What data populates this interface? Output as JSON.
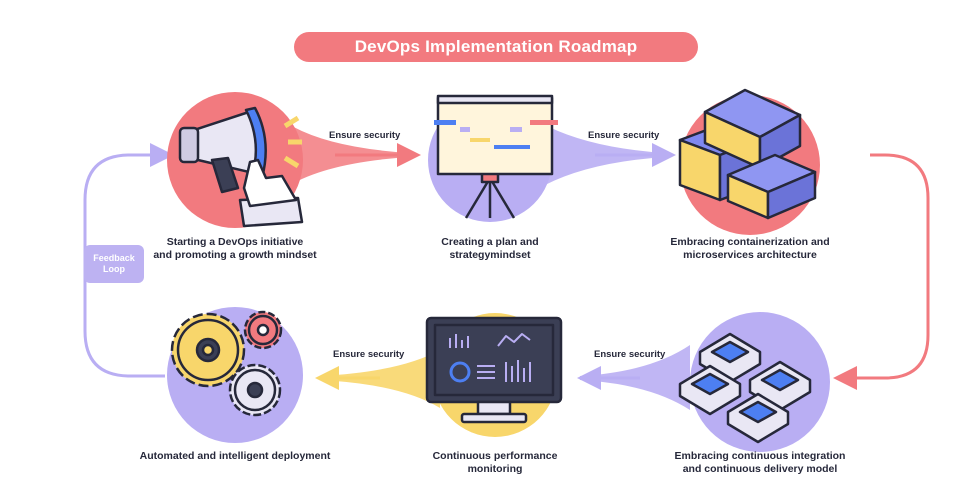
{
  "title": "DevOps Implementation Roadmap",
  "colors": {
    "title_bg": "#f27a7f",
    "red": "#f27a7f",
    "purple": "#b9aef3",
    "yellow": "#f8d66b",
    "outline": "#26283a"
  },
  "steps": [
    {
      "label": "Starting a DevOps initiative\nand promoting a growth mindset",
      "icon": "megaphone-icon"
    },
    {
      "label": "Creating a plan and\nstrategymindset",
      "icon": "presentation-board-icon"
    },
    {
      "label": "Embracing containerization and\nmicroservices architecture",
      "icon": "containers-icon"
    },
    {
      "label": "Embracing continuous integration\nand continuous delivery model",
      "icon": "pipeline-blocks-icon"
    },
    {
      "label": "Continuous performance\nmonitoring",
      "icon": "monitor-dashboard-icon"
    },
    {
      "label": "Automated and intelligent deployment",
      "icon": "gears-icon"
    }
  ],
  "arrows": [
    {
      "label": "Ensure security"
    },
    {
      "label": "Ensure security"
    },
    {
      "label": "Ensure security"
    },
    {
      "label": "Ensure security"
    }
  ],
  "feedback_loop": "Feedback\nLoop"
}
